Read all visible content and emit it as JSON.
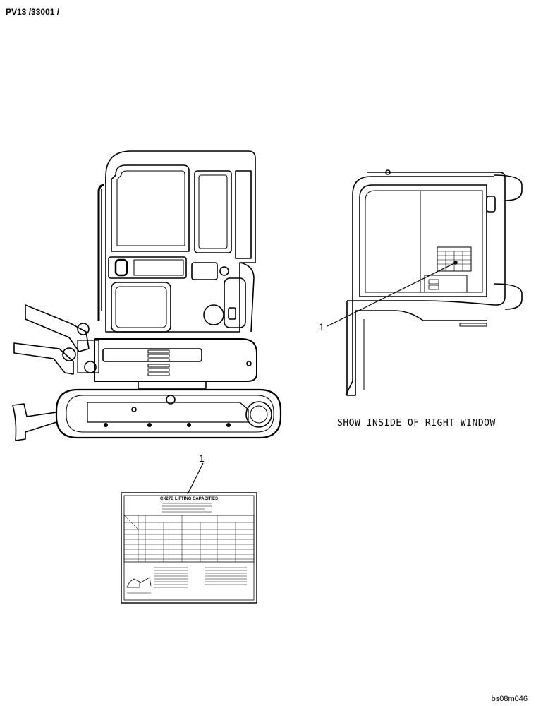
{
  "header": {
    "reference": "PV13 /33001 /"
  },
  "callouts": {
    "cab_detail": "1",
    "decal": "1"
  },
  "cab_detail": {
    "caption": "SHOW INSIDE OF RIGHT WINDOW"
  },
  "decal": {
    "title": "CX27B LIFTING CAPACITIES"
  },
  "footer": {
    "drawing_code": "bs08m046"
  }
}
